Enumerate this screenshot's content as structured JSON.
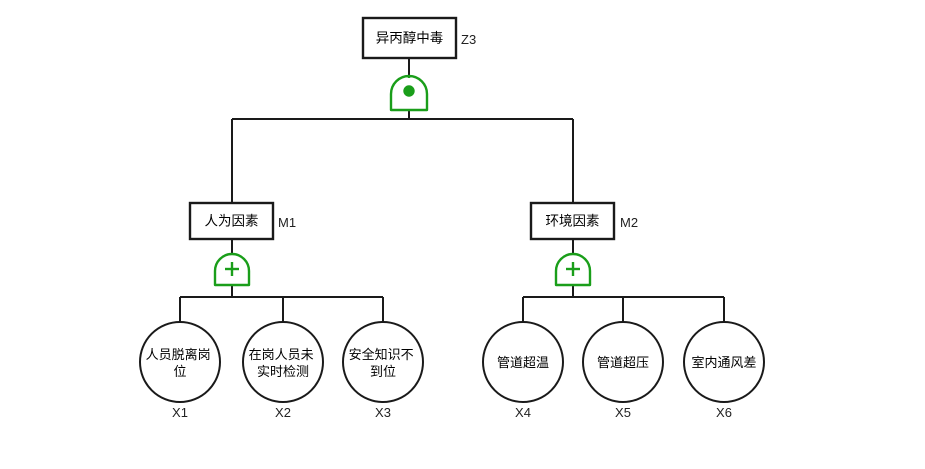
{
  "diagram": {
    "type": "fault-tree",
    "title": "",
    "colors": {
      "gate_stroke": "#1a9e1a",
      "node_stroke": "#1a1a1a",
      "edge": "#1a1a1a",
      "background": "#ffffff",
      "text": "#000000"
    }
  },
  "top_event": {
    "label": "异丙醇中毒",
    "id": "Z3",
    "shape": "rectangle"
  },
  "gates": [
    {
      "name": "gate-top",
      "type": "AND",
      "symbol": "dot",
      "parent": "Z3",
      "children": [
        "M1",
        "M2"
      ]
    },
    {
      "name": "gate-m1",
      "type": "OR",
      "symbol": "+",
      "parent": "M1",
      "children": [
        "X1",
        "X2",
        "X3"
      ]
    },
    {
      "name": "gate-m2",
      "type": "OR",
      "symbol": "+",
      "parent": "M2",
      "children": [
        "X4",
        "X5",
        "X6"
      ]
    }
  ],
  "intermediate_events": [
    {
      "label": "人为因素",
      "id": "M1",
      "shape": "rectangle"
    },
    {
      "label": "环境因素",
      "id": "M2",
      "shape": "rectangle"
    }
  ],
  "basic_events": [
    {
      "id": "X1",
      "lines": [
        "人员脱离岗",
        "位"
      ],
      "shape": "circle"
    },
    {
      "id": "X2",
      "lines": [
        "在岗人员未",
        "实时检测"
      ],
      "shape": "circle"
    },
    {
      "id": "X3",
      "lines": [
        "安全知识不",
        "到位"
      ],
      "shape": "circle"
    },
    {
      "id": "X4",
      "lines": [
        "管道超温"
      ],
      "shape": "circle"
    },
    {
      "id": "X5",
      "lines": [
        "管道超压"
      ],
      "shape": "circle"
    },
    {
      "id": "X6",
      "lines": [
        "室内通风差"
      ],
      "shape": "circle"
    }
  ]
}
